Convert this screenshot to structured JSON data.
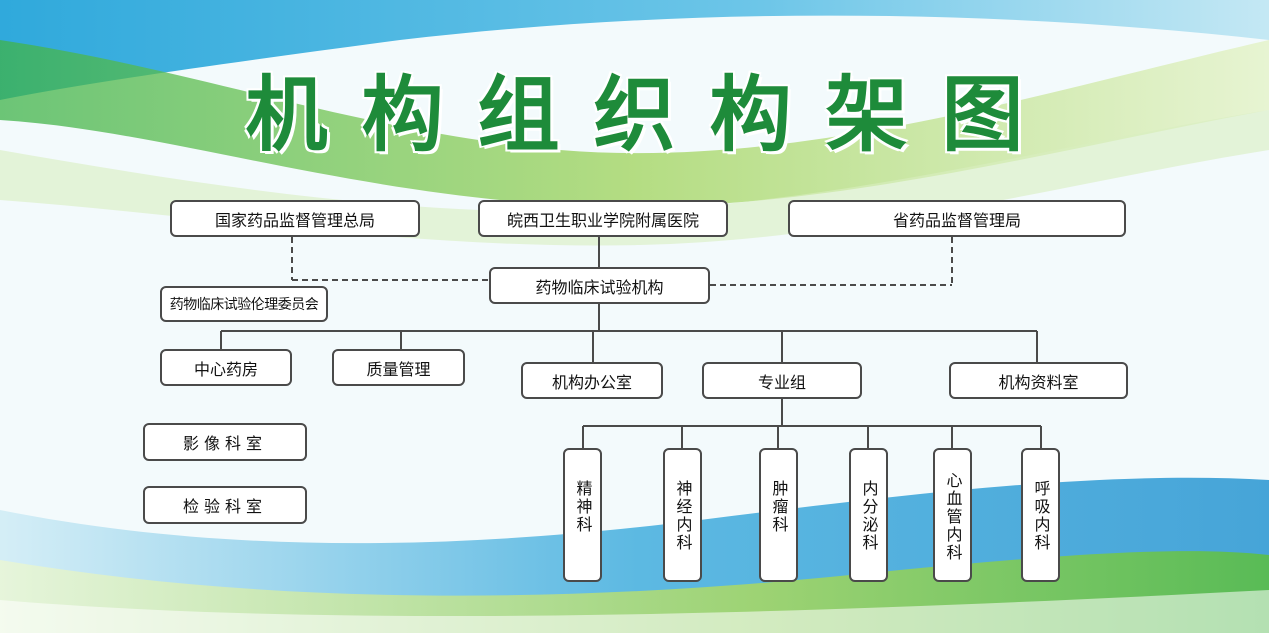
{
  "title": "机构组织构架图",
  "top_row": {
    "nmpa": "国家药品监督管理总局",
    "hospital": "皖西卫生职业学院附属医院",
    "provincial": "省药品监督管理局"
  },
  "center": "药物临床试验机构",
  "ethics": "药物临床试验伦理委员会",
  "branches": {
    "pharmacy": "中心药房",
    "quality": "质量管理",
    "office": "机构办公室",
    "specialty": "专业组",
    "records": "机构资料室"
  },
  "side_units": {
    "imaging": "影像科室",
    "lab": "检验科室"
  },
  "departments": [
    "精神科",
    "神经内科",
    "肿瘤科",
    "内分泌科",
    "心血管内科",
    "呼吸内科"
  ],
  "colors": {
    "title_green": "#1e8b3a",
    "line": "#4a4a4a",
    "wave_blue": "#1aa0d8",
    "wave_green": "#8cc63f"
  }
}
